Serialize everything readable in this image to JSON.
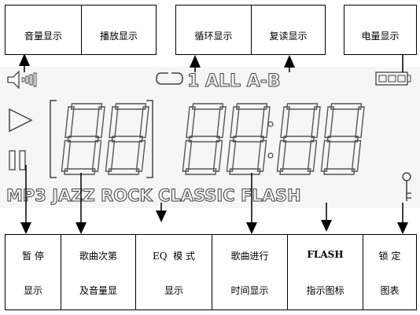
{
  "top_labels": {
    "volume": "音量显示",
    "playback": "播放显示",
    "loop": "循环显示",
    "repeat": "复读显示",
    "battery": "电量显示"
  },
  "bottom_labels": {
    "pause": [
      "暂 停",
      "显示"
    ],
    "track_number": [
      "歌曲次第",
      "及音量显"
    ],
    "eq_mode": [
      "EQ  模 式",
      "显示"
    ],
    "progress_time": [
      "歌曲进行",
      "时间显示"
    ],
    "flash": [
      "FLASH",
      "指示图标"
    ],
    "lock": [
      "锁 定",
      "图表"
    ]
  },
  "lcd": {
    "repeat_mode": "1 ALL A-B",
    "eq_modes": "MP3 JAZZ ROCK CLASSIC FLASH",
    "track_digits": "88",
    "time_digits": "88:88"
  }
}
